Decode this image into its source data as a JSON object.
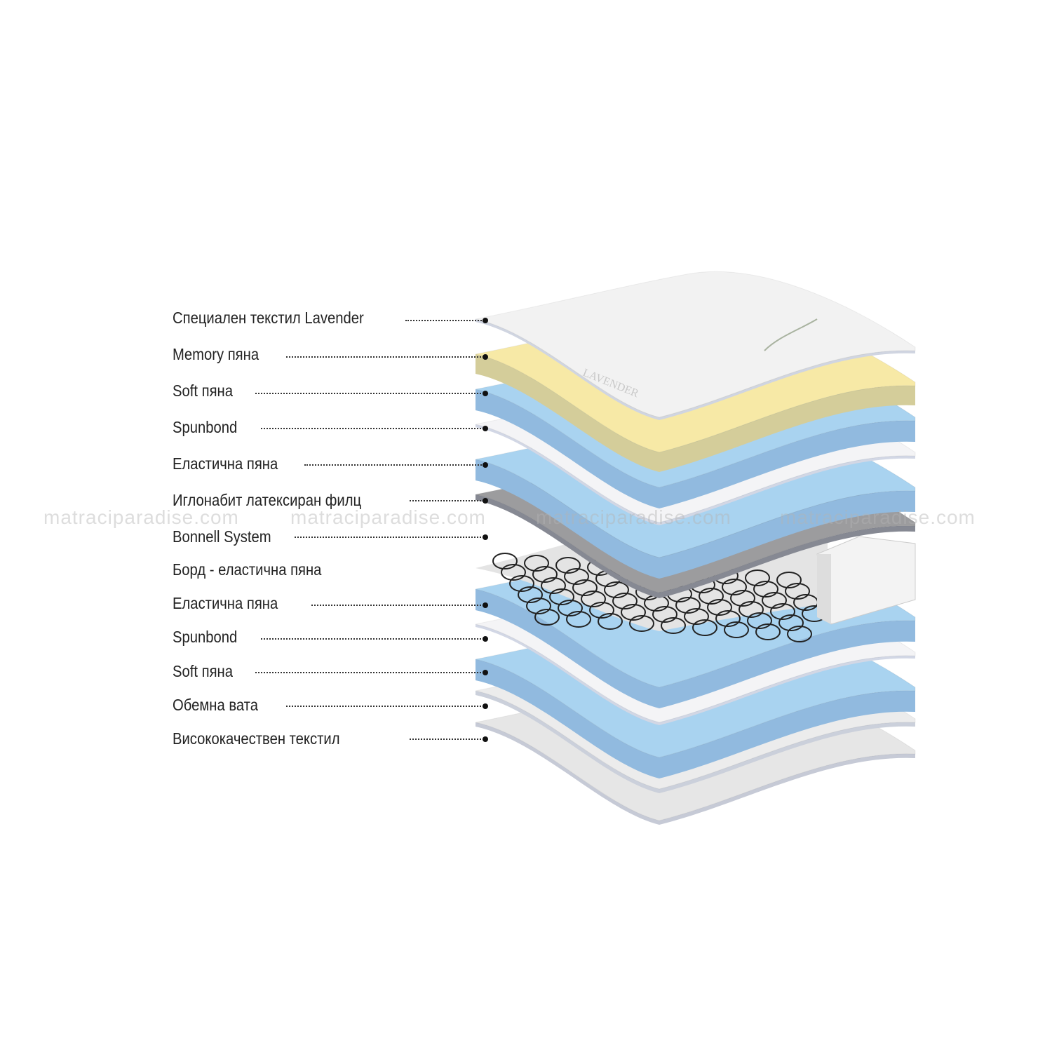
{
  "watermark": "matraciparadise.com",
  "cover_print": "LAVENDER",
  "layers": [
    {
      "label": "Специален текстил Lavender",
      "color": "#f2f2f2",
      "leader": true
    },
    {
      "label": "Memory пяна",
      "color": "#f7e9a6",
      "leader": true
    },
    {
      "label": "Soft пяна",
      "color": "#a9d3f0",
      "leader": true
    },
    {
      "label": "Spunbond",
      "color": "#f4f4f6",
      "leader": true
    },
    {
      "label": "Еластична пяна",
      "color": "#a9d3f0",
      "leader": true
    },
    {
      "label": "Иглонабит латексиран филц",
      "color": "#9c9c9e",
      "leader": true
    },
    {
      "label": "Bonnell System",
      "color": "#333333",
      "leader": true
    },
    {
      "label": "Борд - еластична пяна",
      "color": "#f0f0f0",
      "leader": false
    },
    {
      "label": "Еластична пяна",
      "color": "#a9d3f0",
      "leader": true
    },
    {
      "label": "Spunbond",
      "color": "#f4f4f6",
      "leader": true
    },
    {
      "label": "Soft пяна",
      "color": "#a9d3f0",
      "leader": true
    },
    {
      "label": "Обемна вата",
      "color": "#ececec",
      "leader": true
    },
    {
      "label": "Висококачествен текстил",
      "color": "#e6e6e6",
      "leader": true
    }
  ]
}
